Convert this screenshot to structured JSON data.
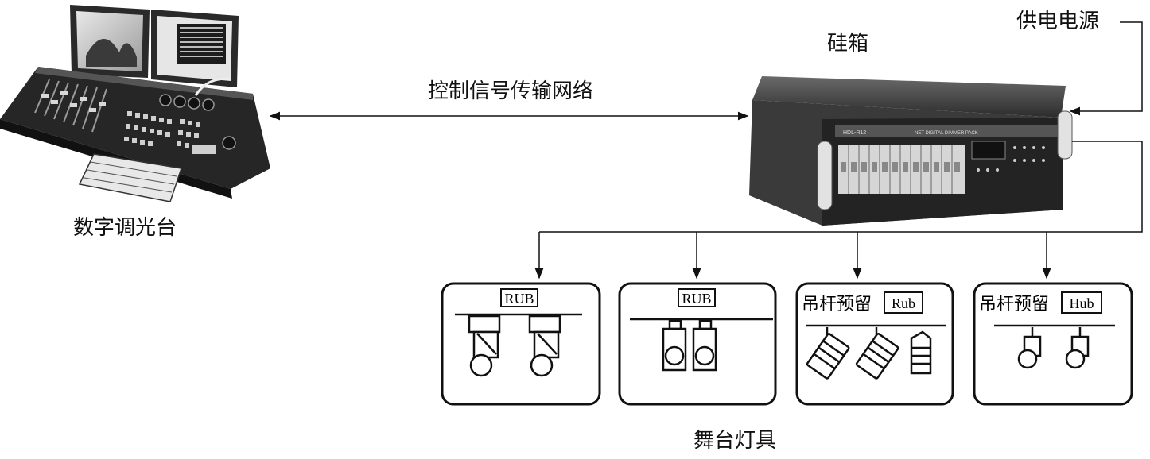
{
  "labels": {
    "console": "数字调光台",
    "dimmer": "硅箱",
    "power": "供电电源",
    "network": "控制信号传输网络",
    "fixtures": "舞台灯具"
  },
  "fixture_boxes": [
    {
      "title": "",
      "tag": "RUB"
    },
    {
      "title": "",
      "tag": "RUB"
    },
    {
      "title": "吊杆预留",
      "tag": "Rub"
    },
    {
      "title": "吊杆预留",
      "tag": "Hub"
    }
  ]
}
